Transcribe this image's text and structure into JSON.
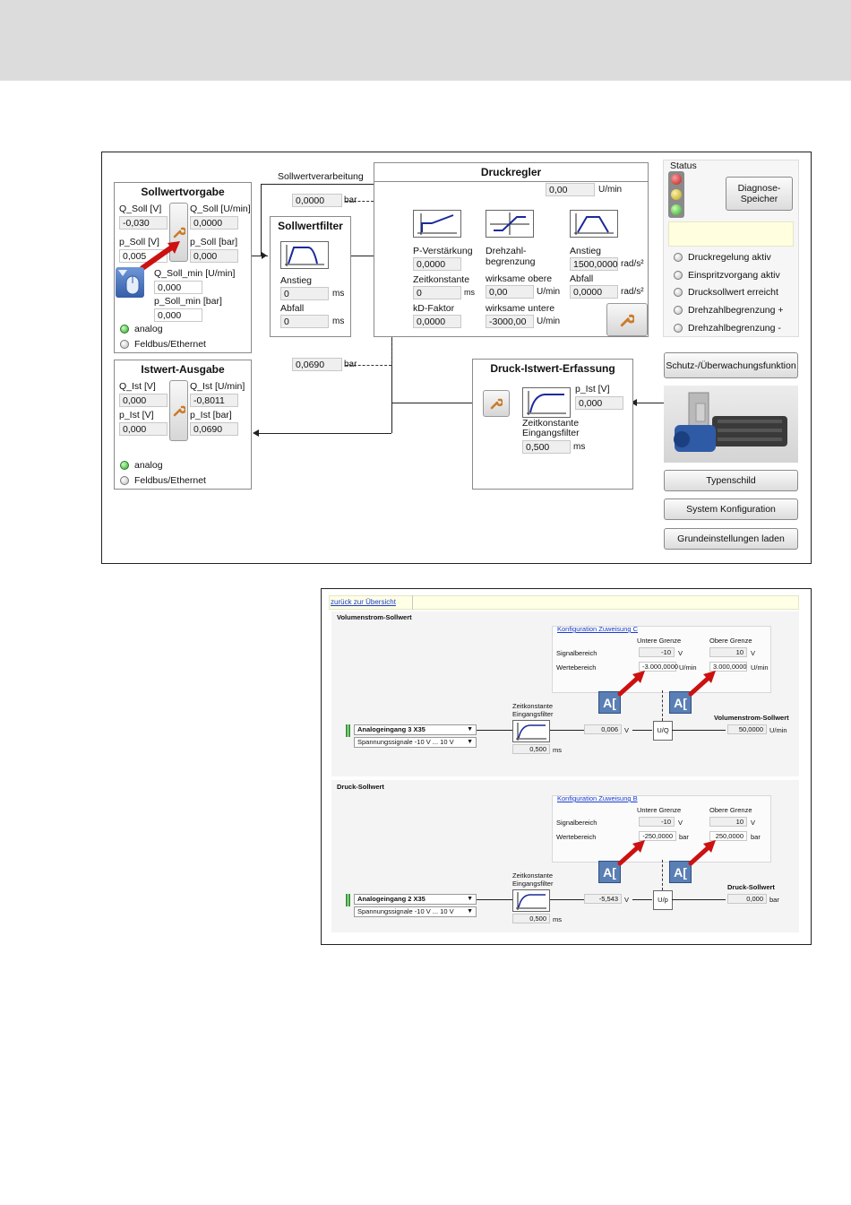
{
  "main": {
    "sollwertverarbeitung": "Sollwertverarbeitung",
    "sollwertvorgabe": {
      "title": "Sollwertvorgabe",
      "q_soll_v_label": "Q_Soll [V]",
      "q_soll_v": "-0,030",
      "q_soll_u_label": "Q_Soll [U/min]",
      "q_soll_u": "0,0000",
      "p_soll_v_label": "p_Soll [V]",
      "p_soll_v": "0,005",
      "p_soll_bar_label": "p_Soll [bar]",
      "p_soll_bar": "0,000",
      "q_soll_min_label": "Q_Soll_min [U/min]",
      "q_soll_min": "0,000",
      "p_soll_min_label": "p_Soll_min [bar]",
      "p_soll_min": "0,000",
      "analog": "analog",
      "feldbus": "Feldbus/Ethernet"
    },
    "sollwertfilter": {
      "title": "Sollwertfilter",
      "anstieg_label": "Anstieg",
      "anstieg": "0",
      "unit1": "ms",
      "abfall_label": "Abfall",
      "abfall": "0",
      "unit2": "ms"
    },
    "value_top": "0,0000",
    "value_top_unit": "bar",
    "value_mid": "0,0690",
    "value_mid_unit": "bar",
    "druckregler": {
      "title": "Druckregler",
      "speed_value": "0,00",
      "speed_unit": "U/min",
      "p_verst_label": "P-Verstärkung",
      "p_verst": "0,0000",
      "zeitkonst_label": "Zeitkonstante",
      "zeitkonst": "0",
      "zeitkonst_unit": "ms",
      "kd_label": "kD-Faktor",
      "kd": "0,0000",
      "drehzahl_label1": "Drehzahl-",
      "drehzahl_label2": "begrenzung",
      "obere_label": "wirksame obere",
      "obere": "0,00",
      "obere_unit": "U/min",
      "untere_label": "wirksame untere",
      "untere": "-3000,00",
      "untere_unit": "U/min",
      "anstieg_label": "Anstieg",
      "anstieg": "1500,0000",
      "anstieg_unit": "rad/s²",
      "abfall_label": "Abfall",
      "abfall": "0,0000",
      "abfall_unit": "rad/s²"
    },
    "status": {
      "title": "Status",
      "diag_button": "Diagnose-\nSpeicher",
      "items": [
        "Druckregelung aktiv",
        "Einspritzvorgang aktiv",
        "Drucksollwert erreicht",
        "Drehzahlbegrenzung +",
        "Drehzahlbegrenzung -"
      ]
    },
    "istwert": {
      "title": "Istwert-Ausgabe",
      "q_ist_v_label": "Q_Ist [V]",
      "q_ist_v": "0,000",
      "q_ist_u_label": "Q_Ist [U/min]",
      "q_ist_u": "-0,8011",
      "p_ist_v_label": "p_Ist [V]",
      "p_ist_v": "0,000",
      "p_ist_bar_label": "p_Ist [bar]",
      "p_ist_bar": "0,0690",
      "analog": "analog",
      "feldbus": "Feldbus/Ethernet"
    },
    "druck_ist": {
      "title": "Druck-Istwert-Erfassung",
      "p_ist_label": "p_Ist [V]",
      "p_ist": "0,000",
      "zk_label1": "Zeitkonstante",
      "zk_label2": "Eingangsfilter",
      "zk": "0,500",
      "zk_unit": "ms"
    },
    "buttons": {
      "schutz": "Schutz-/Überwachungsfunktion",
      "typenschild": "Typenschild",
      "system": "System Konfiguration",
      "grund": "Grundeinstellungen laden"
    }
  },
  "second": {
    "back_link": "zurück zur Übersicht",
    "vol": {
      "title": "Volumenstrom-Sollwert",
      "config_link": "Konfiguration Zuweisung C",
      "untere": "Untere Grenze",
      "obere": "Obere Grenze",
      "signal_label": "Signalbereich",
      "sig_low": "-10",
      "sig_low_unit": "V",
      "sig_high": "10",
      "sig_high_unit": "V",
      "werte_label": "Wertebereich",
      "w_low": "-3.000,0000",
      "w_low_unit": "U/min",
      "w_high": "3.000,0000",
      "w_high_unit": "U/min",
      "zk_label1": "Zeitkonstante",
      "zk_label2": "Eingangsfilter",
      "input_select": "Analogeingang 3 X35",
      "signal_select": "Spannungssignale -10 V ... 10 V",
      "zk": "0,500",
      "zk_unit": "ms",
      "meas": "0,006",
      "meas_unit": "V",
      "conv": "U/Q",
      "result_label": "Volumenstrom-Sollwert",
      "result": "50,0000",
      "result_unit": "U/min"
    },
    "druck": {
      "title": "Druck-Sollwert",
      "config_link": "Konfiguration Zuweisung B",
      "untere": "Untere Grenze",
      "obere": "Obere Grenze",
      "signal_label": "Signalbereich",
      "sig_low": "-10",
      "sig_low_unit": "V",
      "sig_high": "10",
      "sig_high_unit": "V",
      "werte_label": "Wertebereich",
      "w_low": "-250,0000",
      "w_low_unit": "bar",
      "w_high": "250,0000",
      "w_high_unit": "bar",
      "zk_label1": "Zeitkonstante",
      "zk_label2": "Eingangsfilter",
      "input_select": "Analogeingang 2 X35",
      "signal_select": "Spannungssignale -10 V ... 10 V",
      "zk": "0,500",
      "zk_unit": "ms",
      "meas": "-5,543",
      "meas_unit": "V",
      "conv": "U/p",
      "result_label": "Druck-Sollwert",
      "result": "0,000",
      "result_unit": "bar"
    },
    "a_icon": "A["
  }
}
